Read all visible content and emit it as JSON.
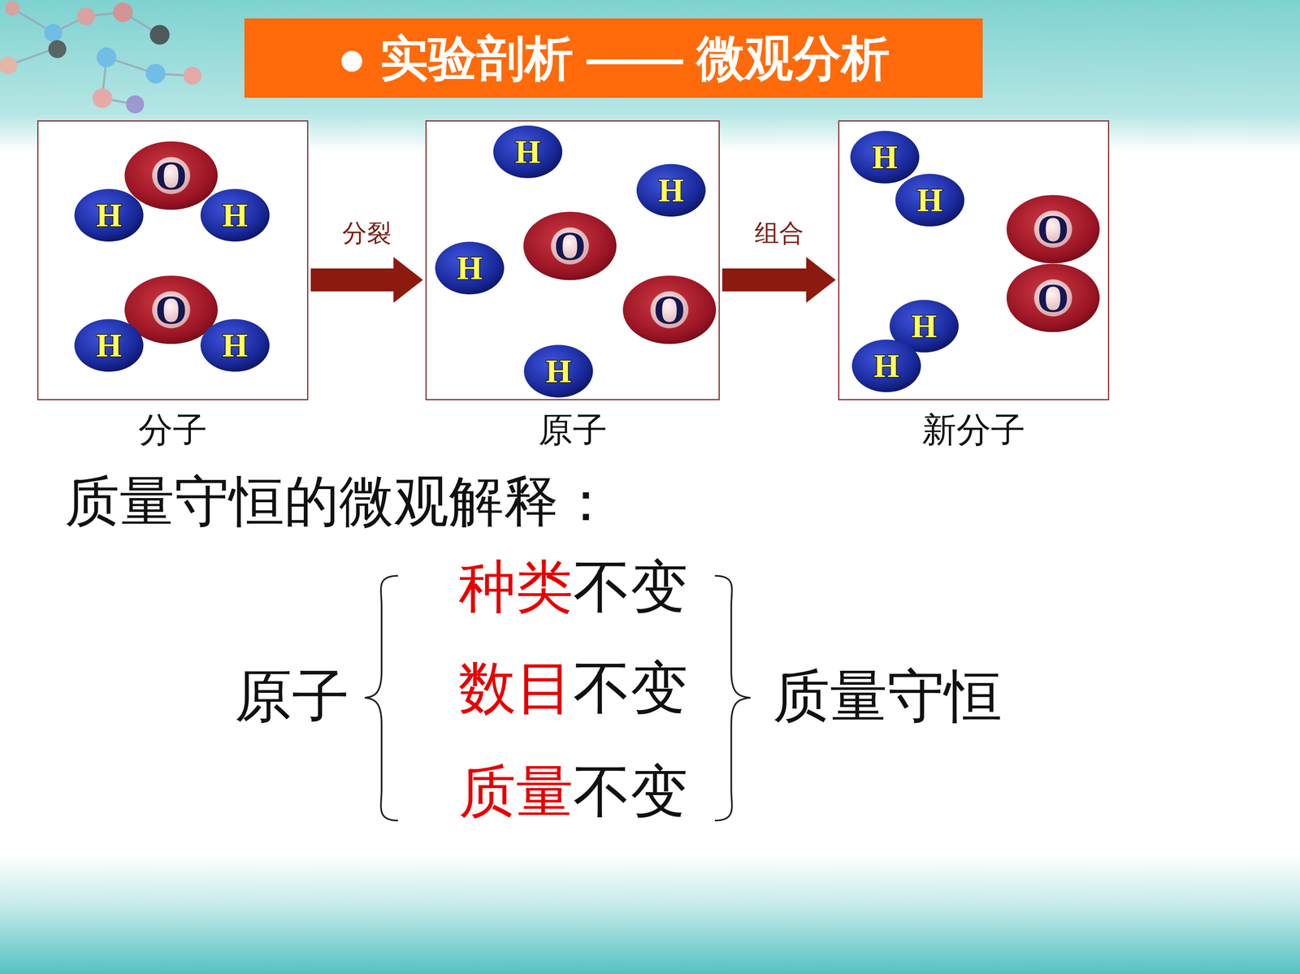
{
  "diagram": {
    "title": "● 实验剖析 —— 微观分析",
    "nodes": [
      {
        "text": [
          "分子"
        ]
      },
      {
        "text": [
          "O"
        ],
        "in": 0
      },
      {
        "text": [
          "H"
        ],
        "in": 0
      },
      {
        "text": [
          "H"
        ],
        "in": 0
      },
      {
        "text": [
          "O"
        ],
        "in": 0
      },
      {
        "text": [
          "H"
        ],
        "in": 0
      },
      {
        "text": [
          "H"
        ],
        "in": 0
      },
      {
        "text": [
          "原子"
        ]
      },
      {
        "text": [
          "H"
        ],
        "in": 7
      },
      {
        "text": [
          "H"
        ],
        "in": 7
      },
      {
        "text": [
          "H"
        ],
        "in": 7
      },
      {
        "text": [
          "O"
        ],
        "in": 7
      },
      {
        "text": [
          "O"
        ],
        "in": 7
      },
      {
        "text": [
          "H"
        ],
        "in": 7
      },
      {
        "text": [
          "新分子"
        ]
      },
      {
        "text": [
          "H"
        ],
        "in": 14
      },
      {
        "text": [
          "H"
        ],
        "in": 14
      },
      {
        "text": [
          "O"
        ],
        "in": 14
      },
      {
        "text": [
          "O"
        ],
        "in": 14
      },
      {
        "text": [
          "H"
        ],
        "in": 14
      },
      {
        "text": [
          "H"
        ],
        "in": 14
      }
    ],
    "edges": [
      {
        "from": 0,
        "to": 7,
        "label": "分裂",
        "arrow": "to"
      },
      {
        "from": 7,
        "to": 14,
        "label": "组合",
        "arrow": "to"
      }
    ],
    "labels": [
      "质量守恒的微观解释：",
      "原子",
      "种类",
      "不变",
      "数目",
      "不变",
      "质量",
      "不变",
      "质量守恒"
    ]
  }
}
